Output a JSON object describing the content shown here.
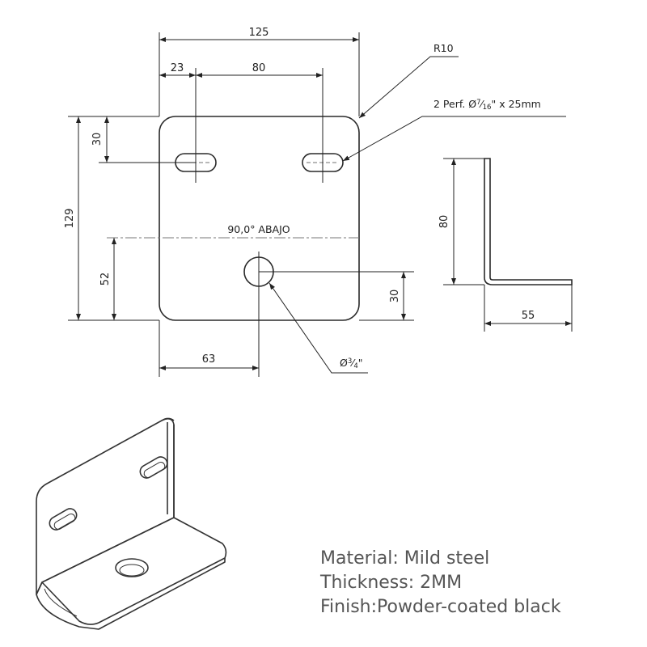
{
  "drawing": {
    "dimensions": {
      "overall_width": "125",
      "left_offset": "23",
      "slot_spacing": "80",
      "slot_vertical": "30",
      "overall_height": "129",
      "hole_height": "52",
      "hole_from_bottom": "30",
      "hole_from_left": "63",
      "side_height": "80",
      "side_depth": "55"
    },
    "callouts": {
      "radius": "R10",
      "slots_prefix": "2 Perf. Ø",
      "slots_frac_num": "7",
      "slots_frac_den": "16",
      "slots_suffix": "\" x 25mm",
      "bend": "90,0° ABAJO",
      "hole_prefix": "Ø",
      "hole_frac_num": "3",
      "hole_frac_den": "4",
      "hole_suffix": "\""
    }
  },
  "specs": {
    "material": "Material:  Mild steel",
    "thickness": "Thickness:  2MM",
    "finish": "Finish:Powder-coated black"
  }
}
